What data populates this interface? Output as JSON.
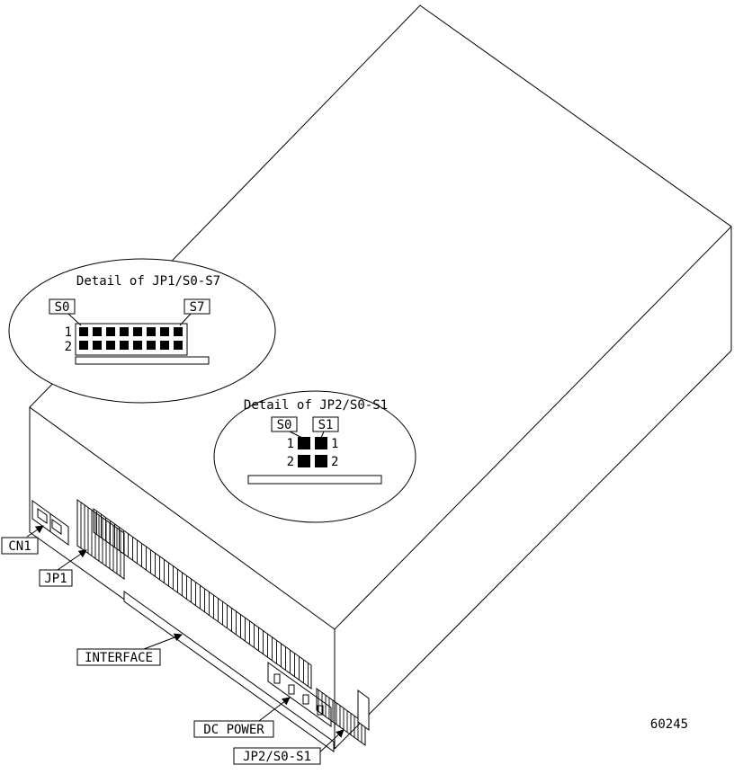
{
  "drawing_number": "60245",
  "callouts": {
    "cn1": "CN1",
    "jp1": "JP1",
    "interface": "INTERFACE",
    "dc_power": "DC POWER",
    "jp2": "JP2/S0-S1"
  },
  "detail_jp1": {
    "title": "Detail of JP1/S0-S7",
    "label_s0": "S0",
    "label_s7": "S7",
    "pin_row_1": "1",
    "pin_row_2": "2",
    "grid": {
      "rows": 2,
      "cols": 8
    }
  },
  "detail_jp2": {
    "title": "Detail of JP2/S0-S1",
    "label_s0": "S0",
    "label_s1": "S1",
    "pin_1_left": "1",
    "pin_1_right": "1",
    "pin_2_left": "2",
    "pin_2_right": "2",
    "grid": {
      "rows": 2,
      "cols": 2
    }
  },
  "colors": {
    "line": "#000000",
    "background": "#ffffff"
  }
}
